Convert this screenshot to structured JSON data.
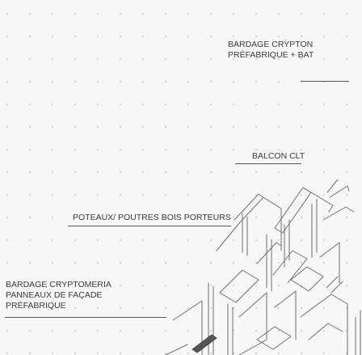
{
  "annotations": {
    "cladding_top": {
      "line1": "BARDAGE CRYPTON",
      "line2": "PRÉFABRIQUE + BAT"
    },
    "balcony": {
      "label": "BALCON CLT"
    },
    "posts_beams": {
      "label": "POTEAUX/ POUTRES BOIS PORTEURS"
    },
    "cladding_bottom": {
      "line1": "BARDAGE CRYPTOMERIA",
      "line2": "PANNEAUX DE FAÇADE",
      "line3": "PRÉFABRIQUE"
    }
  },
  "colors": {
    "background": "#f7f7f5",
    "grid_dots": "#b9b9b9",
    "line_art": "#6f6f6f",
    "text": "#3b3b3b"
  },
  "icons": {
    "building_sketch": "isometric-building-structure-drawing"
  }
}
